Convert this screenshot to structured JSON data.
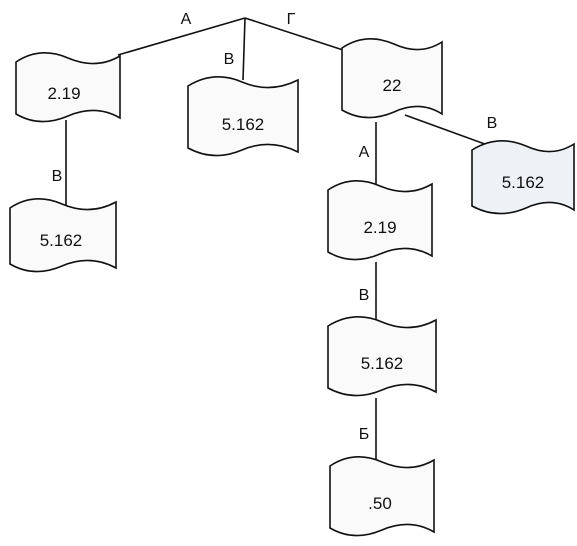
{
  "diagram": {
    "nodes": {
      "n1": {
        "label": "2.19"
      },
      "n2": {
        "label": "5.162"
      },
      "n3": {
        "label": "5.162"
      },
      "n4": {
        "label": "22"
      },
      "n5": {
        "label": "5.162"
      },
      "n6": {
        "label": "2.19"
      },
      "n7": {
        "label": "5.162"
      },
      "n8": {
        "label": ".50"
      }
    },
    "edges": {
      "root_n1": {
        "label": "А"
      },
      "root_n3": {
        "label": "В"
      },
      "root_n4": {
        "label": "Г"
      },
      "n1_n2": {
        "label": "В"
      },
      "n4_n6": {
        "label": "А"
      },
      "n4_n5": {
        "label": "В"
      },
      "n6_n7": {
        "label": "В"
      },
      "n7_n8": {
        "label": "Б"
      }
    }
  }
}
